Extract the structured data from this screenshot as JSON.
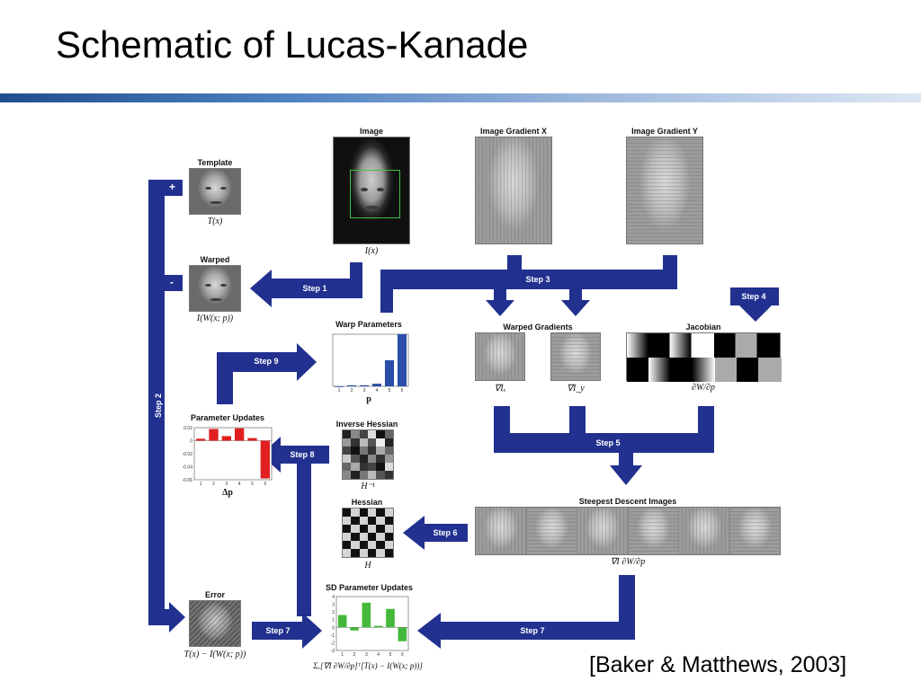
{
  "slide": {
    "title": "Schematic of Lucas-Kanade",
    "citation": "[Baker & Matthews, 2003]"
  },
  "diagram": {
    "arrow_color": "#22318f",
    "labels": {
      "image": "Image",
      "gradient_x": "Image Gradient X",
      "gradient_y": "Image Gradient Y",
      "template": "Template",
      "warped": "Warped",
      "warp_parameters": "Warp Parameters",
      "warped_gradients": "Warped Gradients",
      "jacobian": "Jacobian",
      "parameter_updates": "Parameter Updates",
      "inverse_hessian": "Inverse Hessian",
      "hessian": "Hessian",
      "steepest_descent": "Steepest Descent Images",
      "error": "Error",
      "sd_updates": "SD Parameter Updates"
    },
    "math": {
      "image": "I(x)",
      "template": "T(x)",
      "warped": "I(W(x; p))",
      "warp_parameters": "p",
      "grad_x": "∇Iₓ",
      "grad_y": "∇I_y",
      "jacobian": "∂W/∂p",
      "parameter_updates": "Δp",
      "inverse_hessian": "H⁻¹",
      "hessian": "H",
      "steepest_descent": "∇I ∂W/∂p",
      "error": "T(x) − I(W(x; p))",
      "sd_updates": "Σₓ[∇I ∂W/∂p]ᵀ[T(x) − I(W(x; p))]"
    },
    "steps": {
      "s1": "Step 1",
      "s2": "Step 2",
      "s3": "Step 3",
      "s4": "Step 4",
      "s5": "Step 5",
      "s6": "Step 6",
      "s7a": "Step 7",
      "s7b": "Step 7",
      "s8": "Step 8",
      "s9": "Step 9"
    },
    "signs": {
      "plus": "+",
      "minus": "-"
    }
  },
  "chart_data": [
    {
      "type": "bar",
      "name": "warp-parameters",
      "categories": [
        "1",
        "2",
        "3",
        "4",
        "5",
        "6"
      ],
      "values": [
        0.0,
        0.02,
        0.02,
        0.05,
        0.5,
        1.0
      ],
      "color": "#2b4fa8"
    },
    {
      "type": "bar",
      "name": "parameter-updates",
      "categories": [
        "1",
        "2",
        "3",
        "4",
        "5",
        "6"
      ],
      "values": [
        0.003,
        0.018,
        0.007,
        0.019,
        0.004,
        -0.058
      ],
      "ylim": [
        -0.06,
        0.02
      ],
      "yticks": [
        "0.02",
        "0",
        "-0.02",
        "-0.04",
        "-0.06"
      ],
      "color": "#e02020"
    },
    {
      "type": "bar",
      "name": "sd-parameter-updates",
      "categories": [
        "1",
        "2",
        "3",
        "4",
        "5",
        "6"
      ],
      "values": [
        1.6,
        -0.4,
        3.2,
        0.2,
        2.4,
        -1.8
      ],
      "ylim": [
        -3,
        4
      ],
      "yticks": [
        "4",
        "3",
        "2",
        "1",
        "0",
        "-1",
        "-2",
        "-3"
      ],
      "color": "#44b83a"
    }
  ]
}
